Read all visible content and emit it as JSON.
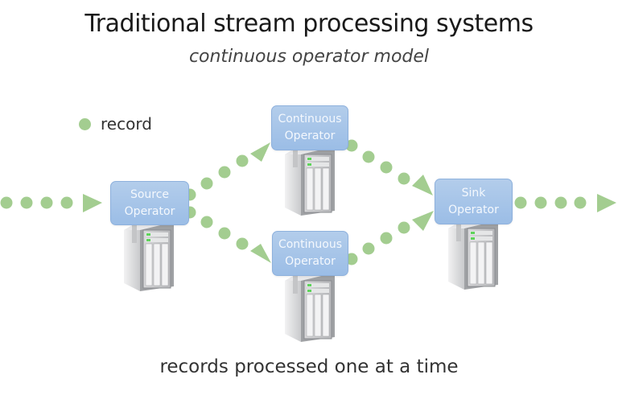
{
  "title": "Traditional stream processing systems",
  "subtitle": "continuous operator model",
  "legend": {
    "label": "record",
    "color": "#93c47d"
  },
  "footer": "records processed one at a time",
  "colors": {
    "record": "#93c47d",
    "operator_fill": "#a7c5e8",
    "operator_text": "#f4f8fd"
  },
  "operators": {
    "source": {
      "line1": "Source",
      "line2": "Operator"
    },
    "continuous_top": {
      "line1": "Continuous",
      "line2": "Operator"
    },
    "continuous_bottom": {
      "line1": "Continuous",
      "line2": "Operator"
    },
    "sink": {
      "line1": "Sink",
      "line2": "Operator"
    }
  },
  "icons": {
    "server": "server-tower-icon",
    "record": "record-dot-icon",
    "arrow": "arrowhead-triangle-icon"
  }
}
